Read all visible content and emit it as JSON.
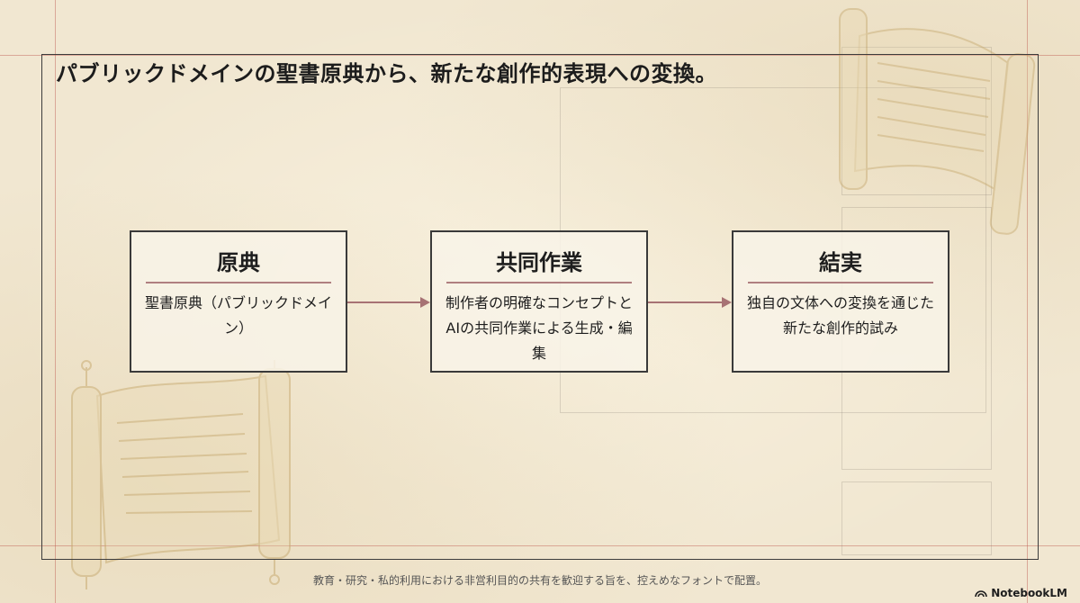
{
  "slide": {
    "title": "パブリックドメインの聖書原典から、新たな創作的表現への変換。",
    "footer_note": "教育・研究・私的利用における非営利目的の共有を歓迎する旨を、控えめなフォントで配置。",
    "brand": "NotebookLM"
  },
  "flow": {
    "steps": [
      {
        "title": "原典",
        "body": "聖書原典（パブリックドメイン）"
      },
      {
        "title": "共同作業",
        "body": "制作者の明確なコンセプトとAIの共同作業による生成・編集"
      },
      {
        "title": "結実",
        "body": "独自の文体への変換を通じた新たな創作的試み"
      }
    ],
    "connector_color": "#a77274",
    "underline_color": "#b07f80"
  },
  "decorations": [
    "scroll-illustration",
    "scroll-illustration"
  ]
}
